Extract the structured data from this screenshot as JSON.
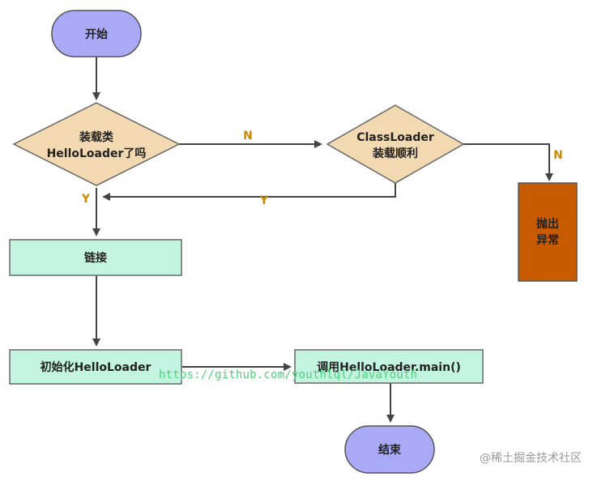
{
  "nodes": {
    "start": "开始",
    "decision_loaded": [
      "装载类",
      "HelloLoader了吗"
    ],
    "decision_classloader": [
      "ClassLoader",
      "装载顺利"
    ],
    "throw_exception": [
      "抛出",
      "异常"
    ],
    "link": "链接",
    "init": "初始化HelloLoader",
    "call_main": "调用HelloLoader.main()",
    "end": "结束"
  },
  "edge_labels": {
    "no_1": "N",
    "no_2": "N",
    "yes_1": "Y",
    "yes_2": "Y"
  },
  "watermark": "https://github.com/youthlql/JavaYouth",
  "site_watermark": "@稀土掘金技术社区",
  "colors": {
    "terminal_fill": "#a9a9f6",
    "decision_fill": "#f3d9b1",
    "process_fill": "#c3f4e1",
    "exception_fill": "#c85a00",
    "line": "#444444",
    "edge_label": "#c98a00"
  }
}
